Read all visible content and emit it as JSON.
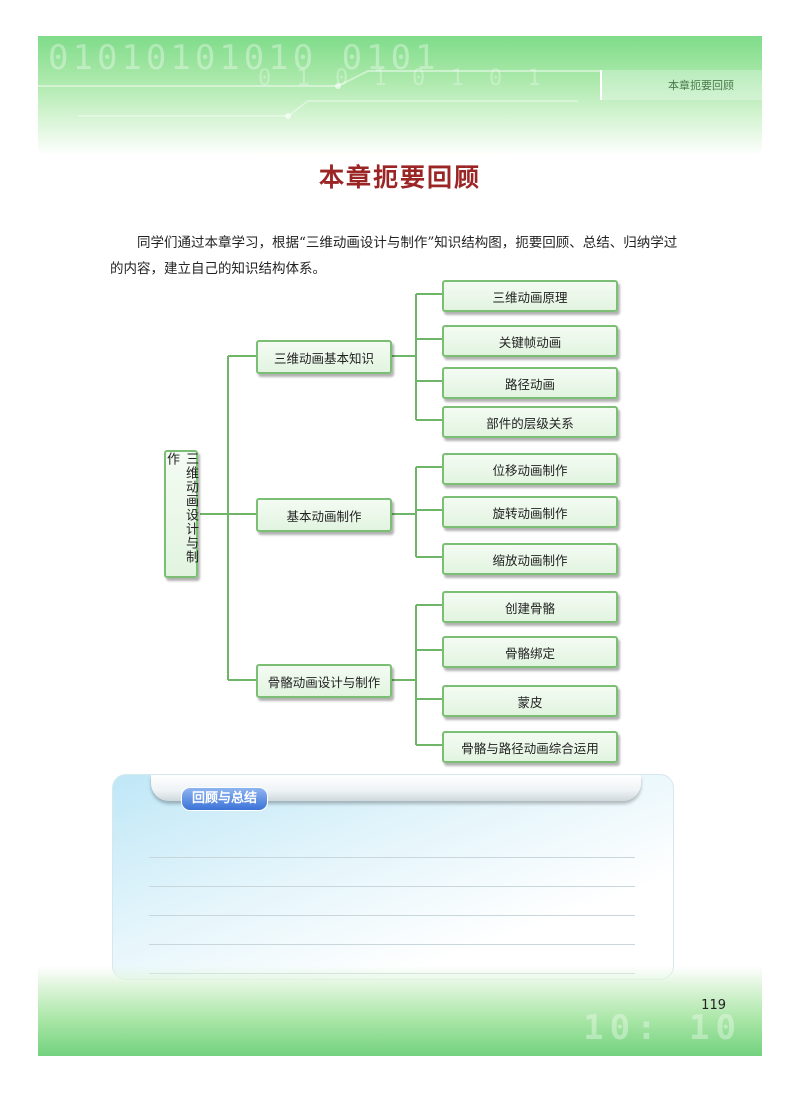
{
  "header": {
    "section_label": "本章扼要回顾",
    "decor_digits": "01010101010 0101",
    "decor_digits_2": "0 1 0 1 0 1 0 1"
  },
  "page_title": "本章扼要回顾",
  "intro": "同学们通过本章学习，根据“三维动画设计与制作”知识结构图，扼要回顾、总结、归纳学过的内容，建立自己的知识结构体系。",
  "mindmap": {
    "root": "三维动画设计与制作",
    "branches": [
      {
        "label": "三维动画基本知识",
        "children": [
          "三维动画原理",
          "关键帧动画",
          "路径动画",
          "部件的层级关系"
        ]
      },
      {
        "label": "基本动画制作",
        "children": [
          "位移动画制作",
          "旋转动画制作",
          "缩放动画制作"
        ]
      },
      {
        "label": "骨骼动画设计与制作",
        "children": [
          "创建骨骼",
          "骨骼绑定",
          "蒙皮",
          "骨骼与路径动画综合运用"
        ]
      }
    ],
    "line_color": "#6fb567"
  },
  "review": {
    "title": "回顾与总结"
  },
  "footer": {
    "page_number": "119",
    "decor_digits": "10: 10"
  }
}
